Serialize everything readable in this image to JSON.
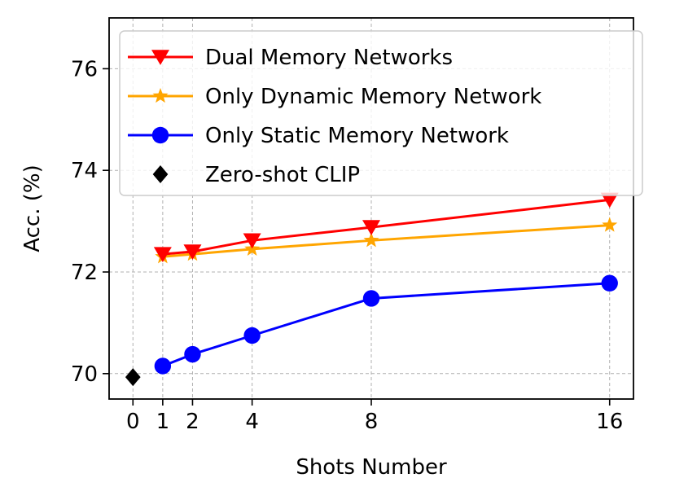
{
  "chart_data": {
    "type": "line",
    "xlabel": "Shots Number",
    "ylabel": "Acc. (%)",
    "xlim": [
      -0.8,
      16.8
    ],
    "ylim": [
      69.5,
      77.0
    ],
    "x_ticks": [
      0,
      1,
      2,
      4,
      8,
      16
    ],
    "y_ticks": [
      70,
      72,
      74,
      76
    ],
    "grid": true,
    "legend_position": "top-right",
    "series": [
      {
        "name": "Dual Memory Networks",
        "color": "#ff0000",
        "marker": "triangle-down",
        "x": [
          1,
          2,
          4,
          8,
          16
        ],
        "y": [
          72.35,
          72.4,
          72.62,
          72.88,
          73.42
        ]
      },
      {
        "name": "Only Dynamic Memory Network",
        "color": "#ffa500",
        "marker": "star",
        "x": [
          1,
          2,
          4,
          8,
          16
        ],
        "y": [
          72.3,
          72.35,
          72.45,
          72.62,
          72.92
        ]
      },
      {
        "name": "Only Static Memory Network",
        "color": "#0000ff",
        "marker": "circle",
        "x": [
          1,
          2,
          4,
          8,
          16
        ],
        "y": [
          70.15,
          70.38,
          70.75,
          71.48,
          71.78
        ]
      },
      {
        "name": "Zero-shot CLIP",
        "color": "#000000",
        "marker": "diamond",
        "x": [
          0
        ],
        "y": [
          69.93
        ]
      }
    ]
  }
}
